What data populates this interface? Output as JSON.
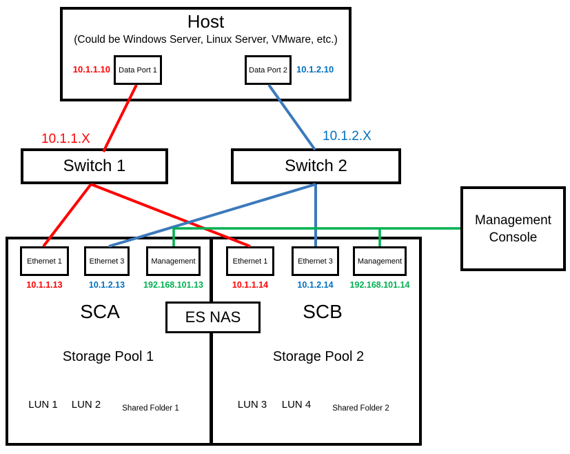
{
  "colors": {
    "red": "#FF0000",
    "blue_text": "#0070C0",
    "blue_line": "#3C79BB",
    "green": "#00B050"
  },
  "host": {
    "title": "Host",
    "subtitle": "(Could be Windows Server, Linux Server, VMware, etc.)",
    "data_port_1": {
      "label": "Data Port 1",
      "ip": "10.1.1.10"
    },
    "data_port_2": {
      "label": "Data Port 2",
      "ip": "10.1.2.10"
    }
  },
  "switches": {
    "switch1": {
      "label": "Switch 1",
      "subnet": "10.1.1.X"
    },
    "switch2": {
      "label": "Switch 2",
      "subnet": "10.1.2.X"
    }
  },
  "management_console": {
    "label": "Management Console"
  },
  "nas": {
    "label": "ES NAS",
    "sca": {
      "name": "SCA",
      "ports": [
        {
          "label": "Ethernet 1",
          "ip": "10.1.1.13"
        },
        {
          "label": "Ethernet 3",
          "ip": "10.1.2.13"
        },
        {
          "label": "Management",
          "ip": "192.168.101.13"
        }
      ],
      "pool": {
        "name": "Storage Pool 1",
        "luns": [
          "LUN 1",
          "LUN 2"
        ],
        "shared_folder": "Shared Folder 1"
      }
    },
    "scb": {
      "name": "SCB",
      "ports": [
        {
          "label": "Ethernet 1",
          "ip": "10.1.1.14"
        },
        {
          "label": "Ethernet 3",
          "ip": "10.1.2.14"
        },
        {
          "label": "Management",
          "ip": "192.168.101.14"
        }
      ],
      "pool": {
        "name": "Storage Pool 2",
        "luns": [
          "LUN 3",
          "LUN 4"
        ],
        "shared_folder": "Shared Folder 2"
      }
    }
  },
  "icons": {
    "storage_pool": "cylinder",
    "lun": "cylinder",
    "shared_folder": "folder-with-tab"
  }
}
